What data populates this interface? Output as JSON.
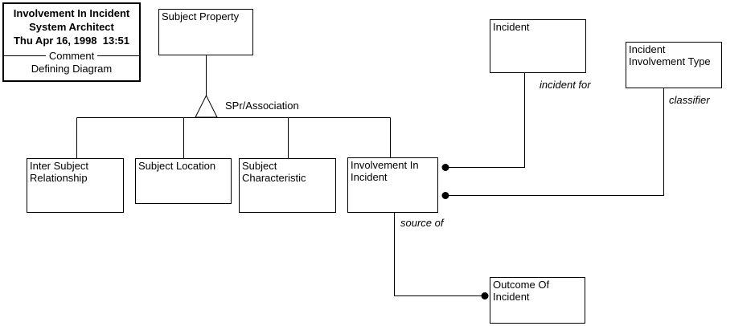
{
  "diagram": {
    "colors": {
      "background": "#ffffff",
      "line": "#000000",
      "box_fill": "#ffffff"
    },
    "title_box": {
      "title": "Involvement In Incident",
      "subtitle": "System Architect",
      "timestamp": "Thu Apr 16, 1998  13:51",
      "separator_label": "Comment",
      "description": "Defining Diagram"
    },
    "nodes": {
      "subject_property": "Subject Property",
      "incident": "Incident",
      "incident_involvement_type": "Incident Involvement Type",
      "inter_subject_relationship": "Inter Subject Relationship",
      "subject_location": "Subject Location",
      "subject_characteristic": "Subject Characteristic",
      "involvement_in_incident": "Involvement In Incident",
      "outcome_of_incident": "Outcome Of Incident"
    },
    "edge_labels": {
      "association": "SPr/Association",
      "incident_for": "incident for",
      "classifier": "classifier",
      "source_of": "source of"
    }
  }
}
